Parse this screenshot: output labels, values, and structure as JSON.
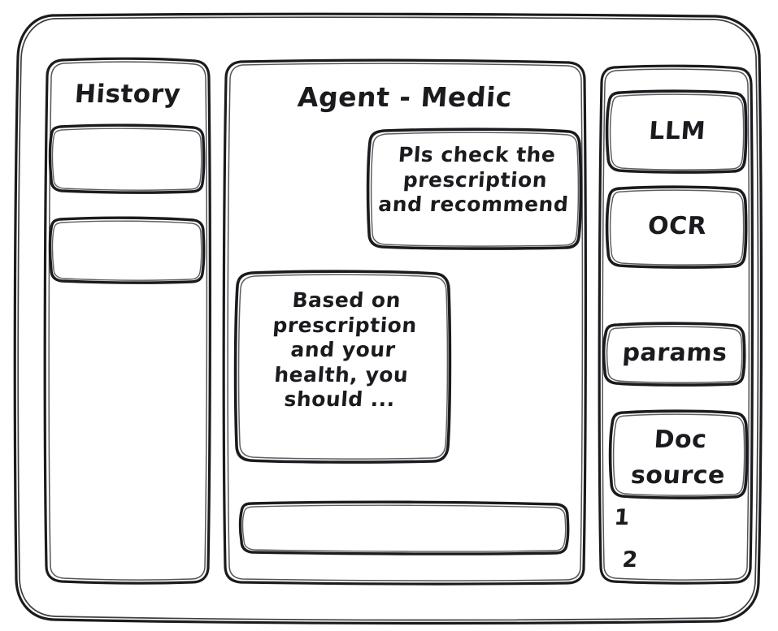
{
  "window": {
    "name": "agent-medic-wireframe",
    "style": "hand-drawn-wireframe",
    "stroke_color": "#1b1b1f",
    "background_color": "#ffffff"
  },
  "sidebar_left": {
    "title": "History",
    "items": [
      {
        "label": ""
      },
      {
        "label": ""
      }
    ]
  },
  "main": {
    "title": "Agent - Medic",
    "messages": [
      {
        "role": "user",
        "text": "Pls check the\nprescription\nand recommend"
      },
      {
        "role": "assistant",
        "text": "Based on\nprescription\nand your\nhealth, you\nshould ..."
      }
    ],
    "composer": {
      "value": "",
      "placeholder": ""
    }
  },
  "sidebar_right": {
    "tools": [
      {
        "label": "LLM"
      },
      {
        "label": "OCR"
      }
    ],
    "params_label": "params",
    "doc_source": {
      "label": "Doc\nsource",
      "sources": [
        {
          "index": "1"
        },
        {
          "index": "2"
        }
      ]
    }
  }
}
